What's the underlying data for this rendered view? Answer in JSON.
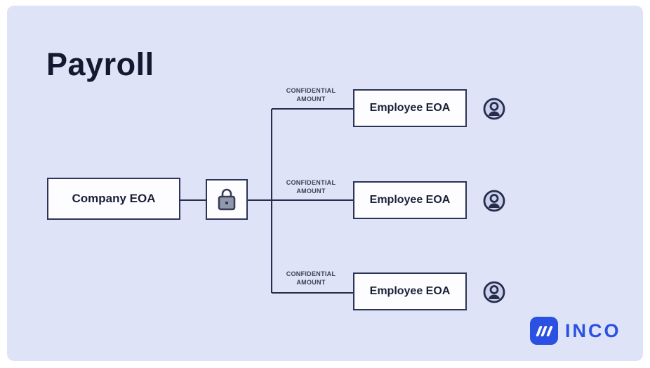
{
  "page": {
    "background": "#ffffff",
    "panel_background": "#dee3f7"
  },
  "title": "Payroll",
  "diagram": {
    "colors": {
      "line": "#272d4b",
      "node_border": "#2e3456",
      "node_fill": "#fdfdff",
      "node_text": "#1b2038",
      "edge_label_text": "#3a4056",
      "person_icon_fill": "#cbd2ee",
      "lock_body_fill": "#9298ac"
    },
    "company_node": {
      "label": "Company EOA"
    },
    "lock_node": {
      "icon": "lock-icon"
    },
    "branches": [
      {
        "edge_label": "CONFIDENTIAL\nAMOUNT",
        "node_label": "Employee EOA",
        "icon": "user-icon"
      },
      {
        "edge_label": "CONFIDENTIAL\nAMOUNT",
        "node_label": "Employee EOA",
        "icon": "user-icon"
      },
      {
        "edge_label": "CONFIDENTIAL\nAMOUNT",
        "node_label": "Employee EOA",
        "icon": "user-icon"
      }
    ]
  },
  "logo": {
    "text": "INCO",
    "color": "#2b51e2",
    "icon": "inco-slashes-icon"
  }
}
